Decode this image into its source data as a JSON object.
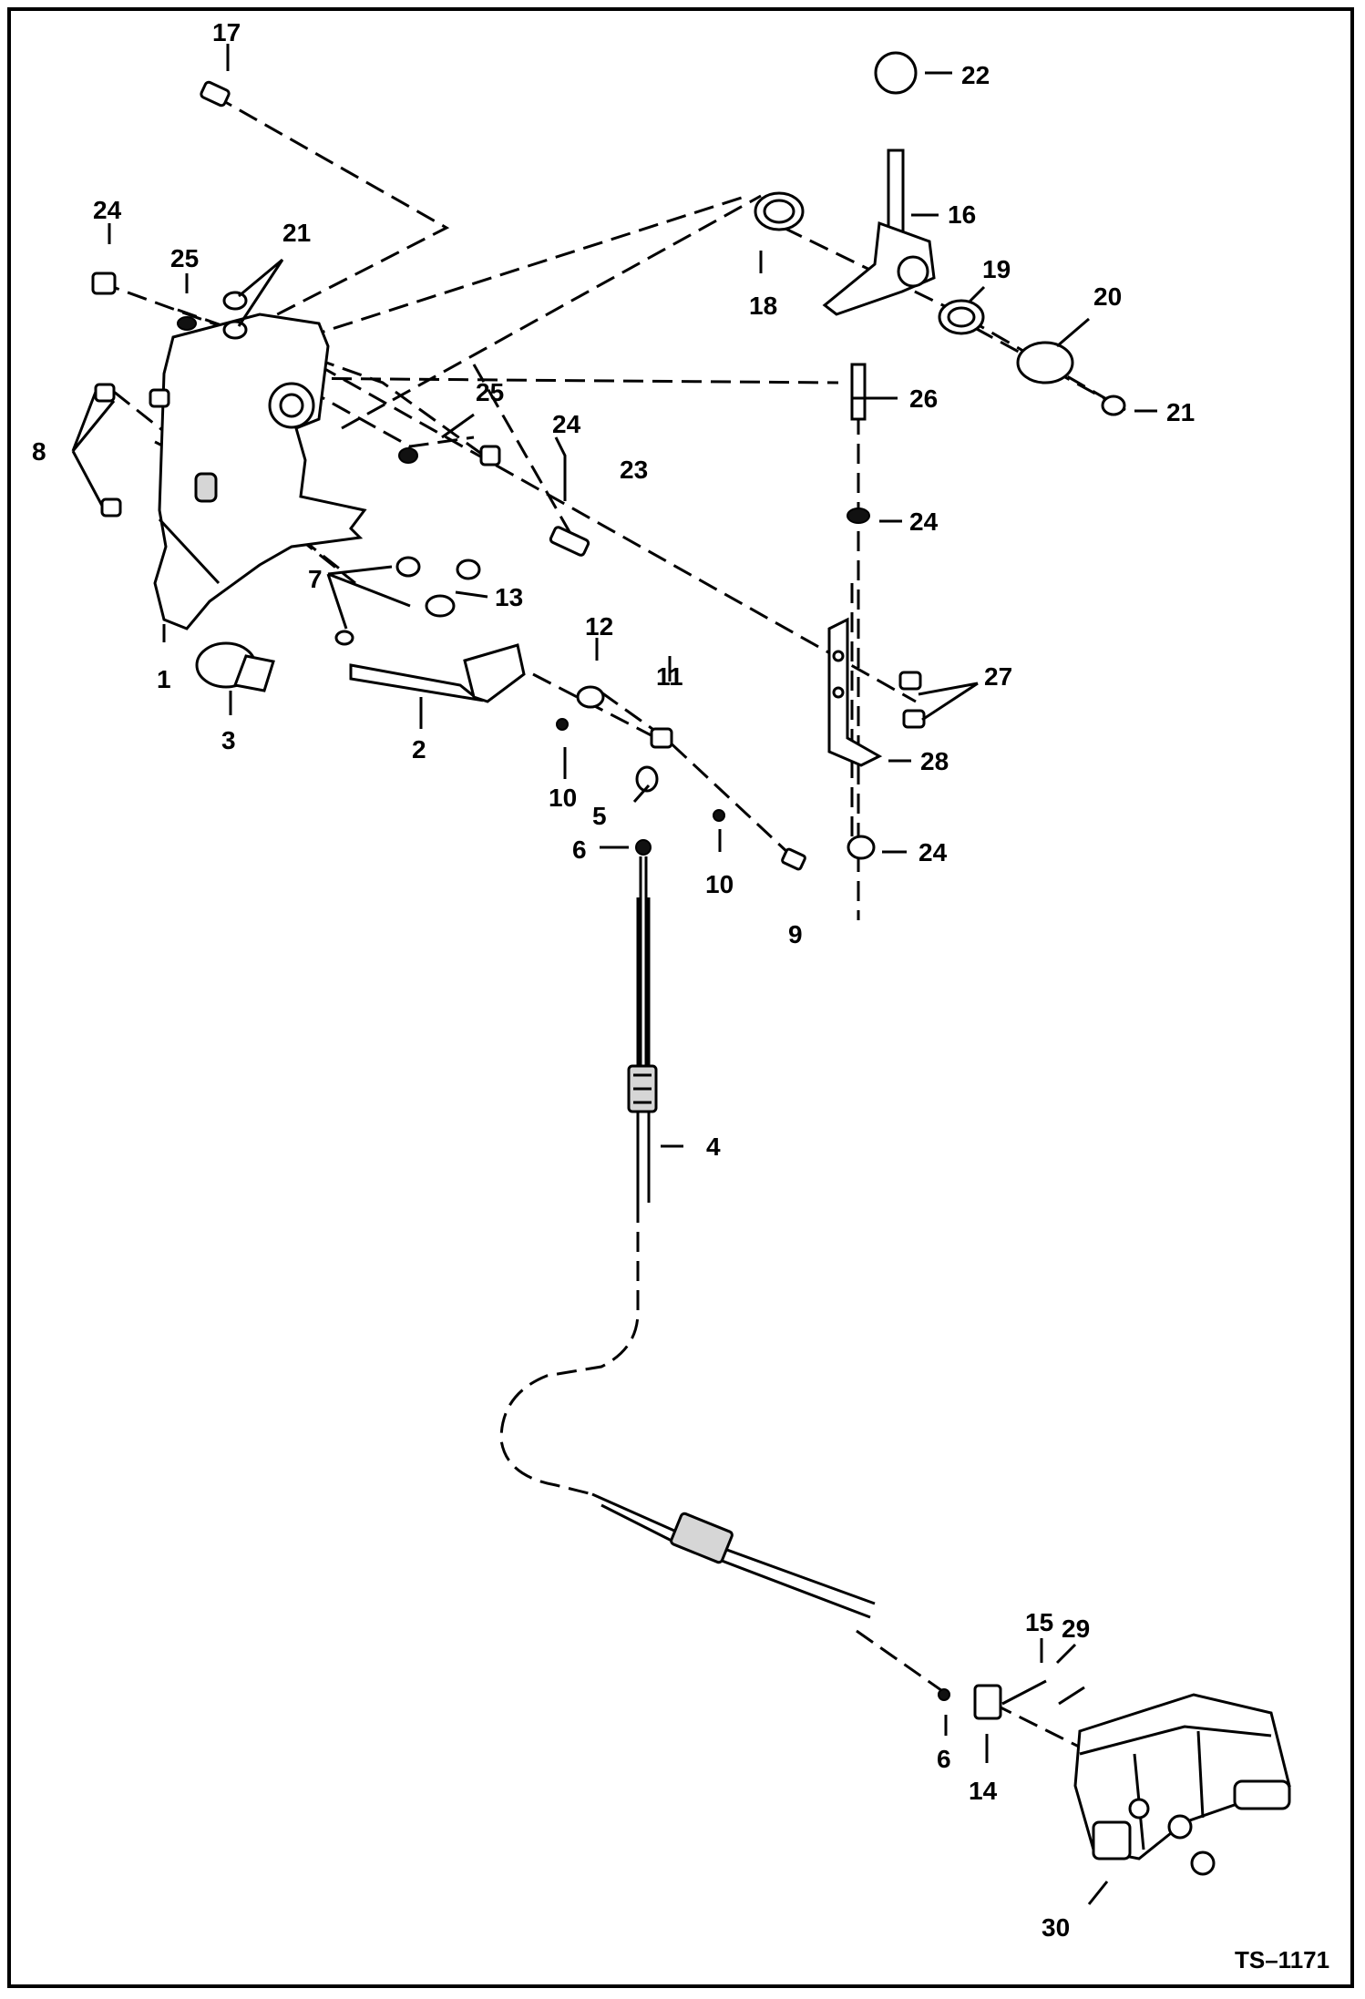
{
  "drawing_ref": "TS–1171",
  "callouts": {
    "c1": "1",
    "c2": "2",
    "c3": "3",
    "c4": "4",
    "c5": "5",
    "c6a": "6",
    "c6b": "6",
    "c7": "7",
    "c8": "8",
    "c9": "9",
    "c10a": "10",
    "c10b": "10",
    "c11": "11",
    "c12": "12",
    "c13": "13",
    "c14": "14",
    "c15": "15",
    "c16": "16",
    "c17": "17",
    "c18": "18",
    "c19": "19",
    "c20": "20",
    "c21a": "21",
    "c21b": "21",
    "c22": "22",
    "c23": "23",
    "c24a": "24",
    "c24b": "24",
    "c24c": "24",
    "c24d": "24",
    "c25a": "25",
    "c25b": "25",
    "c26": "26",
    "c27": "27",
    "c28": "28",
    "c29": "29",
    "c30": "30"
  }
}
